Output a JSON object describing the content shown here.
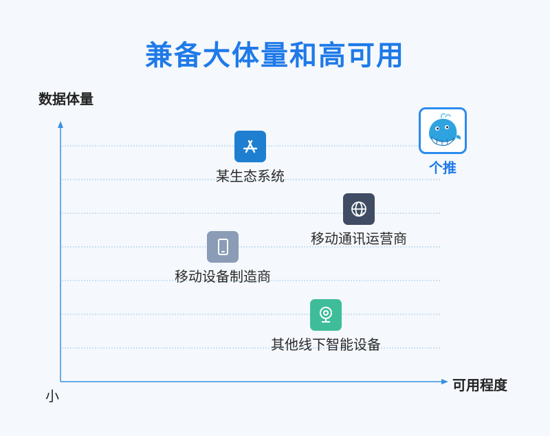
{
  "title": "兼备大体量和高可用",
  "axes": {
    "y_label": "数据体量",
    "x_label": "可用程度",
    "origin_label": "小"
  },
  "nodes": [
    {
      "label": "某生态系统",
      "icon": "app-store-icon",
      "color": "#1e7fd0"
    },
    {
      "label": "个推",
      "icon": "whale-icon",
      "color": "#2b8af0"
    },
    {
      "label": "移动通讯运营商",
      "icon": "globe-sync-icon",
      "color": "#3f4c63"
    },
    {
      "label": "移动设备制造商",
      "icon": "tablet-icon",
      "color": "#8a9cb6"
    },
    {
      "label": "其他线下智能设备",
      "icon": "webcam-icon",
      "color": "#3fbd9a"
    }
  ],
  "colors": {
    "accent": "#1f7ae8",
    "axis": "#3a8fe0",
    "gridline": "#9ec7e6"
  }
}
